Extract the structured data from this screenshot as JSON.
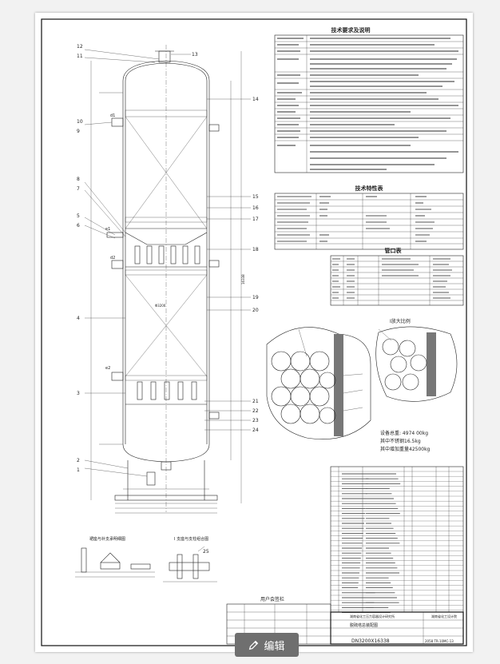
{
  "drawing": {
    "tech_req_title": "技术要求及说明",
    "tech_char_title": "技术特性表",
    "nozzle_title": "管口表",
    "user_sign_title": "用户会签栏",
    "detail_label": "I放大比例",
    "weights": {
      "equipment": "设备总重: 4974 00kg",
      "packing": "其中不锈钢16.5kg",
      "water": "其中增加重量42500kg"
    },
    "company": "湖南省化工设计院",
    "project_ref": "湖南省化工压力容器设计研究所",
    "drawing_name": "脱硫塔总装配图",
    "dimension": "DN3200X16338",
    "drawing_no": "2058 TR-10MC-13",
    "view_titles": {
      "left": "裙座与补支承明细图",
      "right": "I 支座与支柱组合图"
    },
    "part_numbers": [
      "12",
      "11",
      "13",
      "14",
      "10",
      "9",
      "8",
      "7",
      "5",
      "6",
      "15",
      "16",
      "17",
      "18",
      "19",
      "20",
      "4",
      "3",
      "2",
      "1",
      "21",
      "22",
      "23",
      "24",
      "25"
    ],
    "dims": {
      "d1": "d1",
      "d2": "d2",
      "e1": "e1",
      "e2": "e2",
      "dia": "Φ3200",
      "height": "16338"
    }
  },
  "edit_button": {
    "label": "编辑"
  }
}
